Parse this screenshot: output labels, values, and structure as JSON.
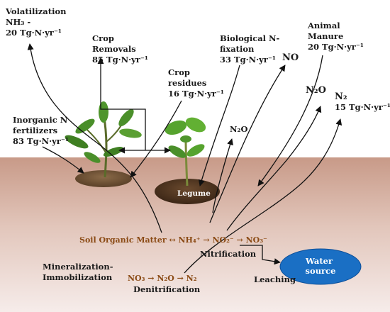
{
  "labels": {
    "volatilization": [
      "Volatilization",
      "NH₃  -",
      "20 Tg·N·yr⁻¹"
    ],
    "crop_removals": [
      "Crop",
      "Removals",
      "85 Tg·N·yr⁻¹"
    ],
    "crop_residues": [
      "Crop",
      "residues",
      "16 Tg·N·yr⁻¹"
    ],
    "biological_fixation": [
      "Biological N-",
      "fixation",
      "33 Tg·N·yr⁻¹"
    ],
    "no": "NO",
    "animal_manure": [
      "Animal",
      "Manure",
      "20 Tg·N·yr⁻¹"
    ],
    "n2o_top": "N₂O",
    "n2": [
      "N₂",
      "15 Tg·N·yr⁻¹"
    ],
    "inorganic_fertilizers": [
      "Inorganic N",
      "fertilizers",
      "83 Tg·N·yr⁻¹"
    ],
    "n2o_mid": "N₂O",
    "legume": "Legume",
    "soil_organic_matter": "Soil Organic Matter ↔ NH₄⁺ → NO₂⁻ → NO₃⁻",
    "nitrification": "Nitrification",
    "mineralization": [
      "Mineralization-",
      "Immobilization"
    ],
    "denitrification_chain": "NO₃ → N₂O → N₂",
    "denitrification": "Denitrification",
    "leaching": "Leaching",
    "water_source": [
      "Water",
      "source"
    ]
  },
  "colors": {
    "soil_top": "#c89a88",
    "soil_bottom": "#f4e9e5",
    "water": "#1a6fc4",
    "process_text": "#8a4a14"
  }
}
